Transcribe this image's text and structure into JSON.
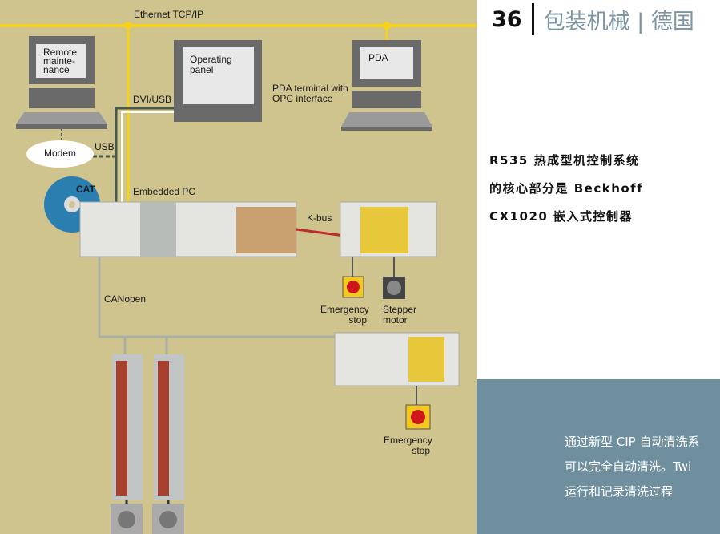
{
  "header": {
    "page_number": "36",
    "title": "包装机械 | 德国"
  },
  "caption": {
    "lines": [
      "R535 热成型机控制系统",
      "的核心部分是 Beckhoff",
      "CX1020 嵌入式控制器"
    ]
  },
  "callout": {
    "lines": [
      "通过新型 CIP 自动清洗系",
      "可以完全自动清洗。Twi",
      "运行和记录清洗过程"
    ]
  },
  "diagram": {
    "ethernet": "Ethernet TCP/IP",
    "remote": [
      "Remote",
      "mainte-",
      "nance"
    ],
    "operating_panel": [
      "Operating",
      "panel"
    ],
    "pda": "PDA",
    "pda_terminal": [
      "PDA terminal with",
      "OPC interface"
    ],
    "dvi_usb": "DVI/USB",
    "usb": "USB",
    "modem": "Modem",
    "twincat": "CAT",
    "embedded_pc": "Embedded PC",
    "kbus": "K-bus",
    "emergency1": [
      "Emergency",
      "stop"
    ],
    "stepper": [
      "Stepper",
      "motor"
    ],
    "canopen": "CANopen",
    "emergency2": [
      "Emergency",
      "stop"
    ]
  },
  "colors": {
    "diagram_bg": "#cfc38e",
    "ethernet": "#f5d31c",
    "callout_bg": "#6f8f9e",
    "title": "#7b95a2"
  }
}
